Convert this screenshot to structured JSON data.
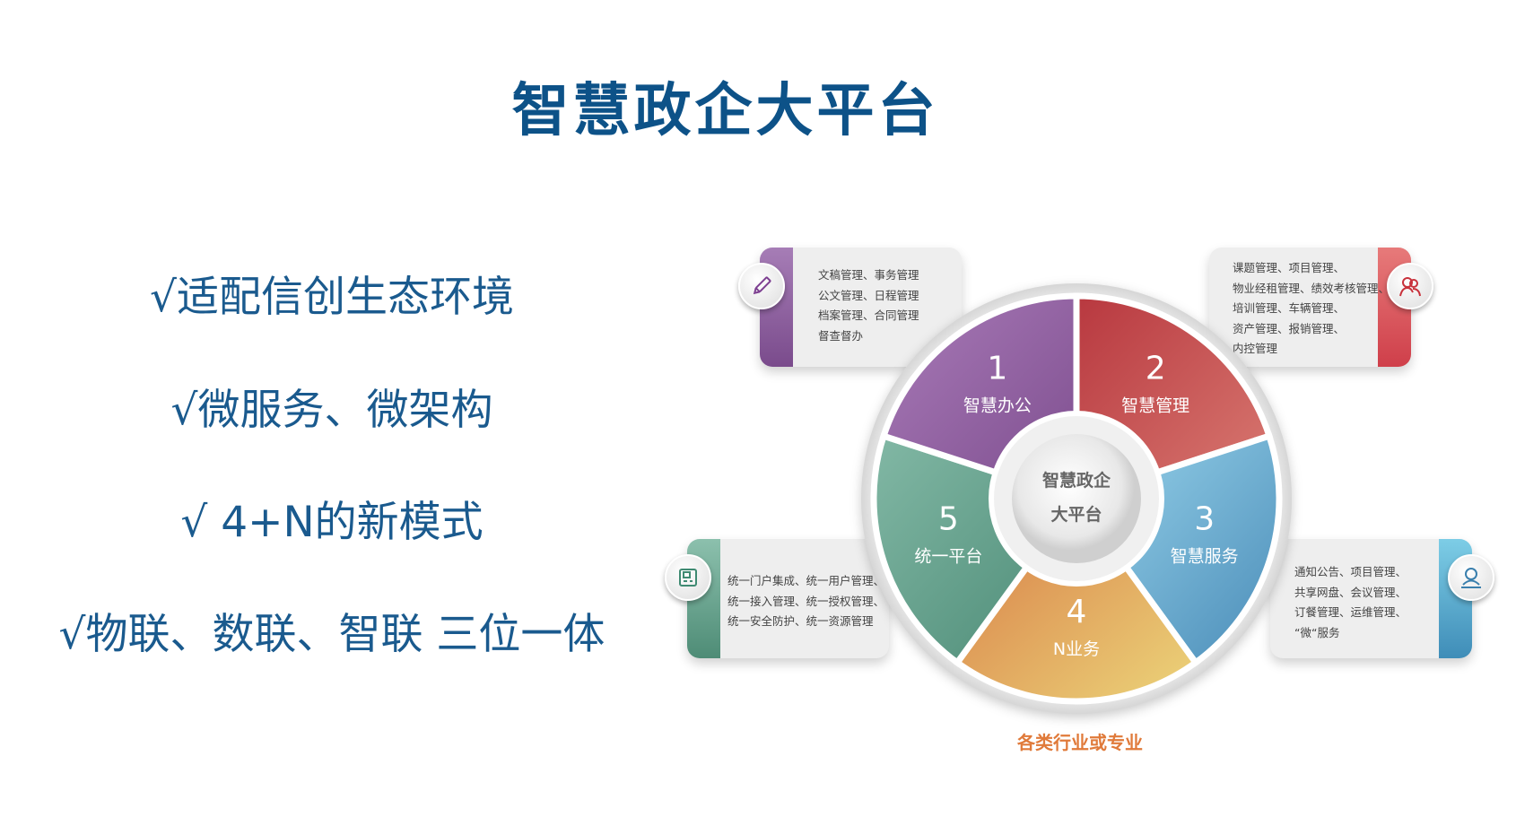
{
  "title": "智慧政企大平台",
  "bullets": [
    "√适配信创生态环境",
    "√微服务、微架构",
    "√ 4+N的新模式",
    "√物联、数联、智联 三位一体"
  ],
  "center": {
    "line1": "智慧政企",
    "line2": "大平台"
  },
  "segments": [
    {
      "num": "1",
      "label": "智慧办公",
      "colors": [
        "#a97bb8",
        "#7d4d8e"
      ]
    },
    {
      "num": "2",
      "label": "智慧管理",
      "colors": [
        "#b8383f",
        "#d97a72"
      ]
    },
    {
      "num": "3",
      "label": "智慧服务",
      "colors": [
        "#9ad5ec",
        "#4a8cb8"
      ]
    },
    {
      "num": "4",
      "label": "N业务",
      "colors": [
        "#d77a45",
        "#ecd57a"
      ]
    },
    {
      "num": "5",
      "label": "统一平台",
      "colors": [
        "#82b8a5",
        "#4b8a75"
      ]
    }
  ],
  "cards": {
    "office": "文稿管理、事务管理\n公文管理、日程管理\n档案管理、合同管理\n督查督办",
    "management": "课题管理、项目管理、\n物业经租管理、绩效考核管理、\n培训管理、车辆管理、\n资产管理、报销管理、\n内控管理",
    "platform": "统一门户集成、统一用户管理、\n统一接入管理、统一授权管理、\n统一安全防护、统一资源管理",
    "service": "通知公告、项目管理、\n共享网盘、会议管理、\n订餐管理、运维管理、\n“微“服务"
  },
  "footer": "各类行业或专业"
}
